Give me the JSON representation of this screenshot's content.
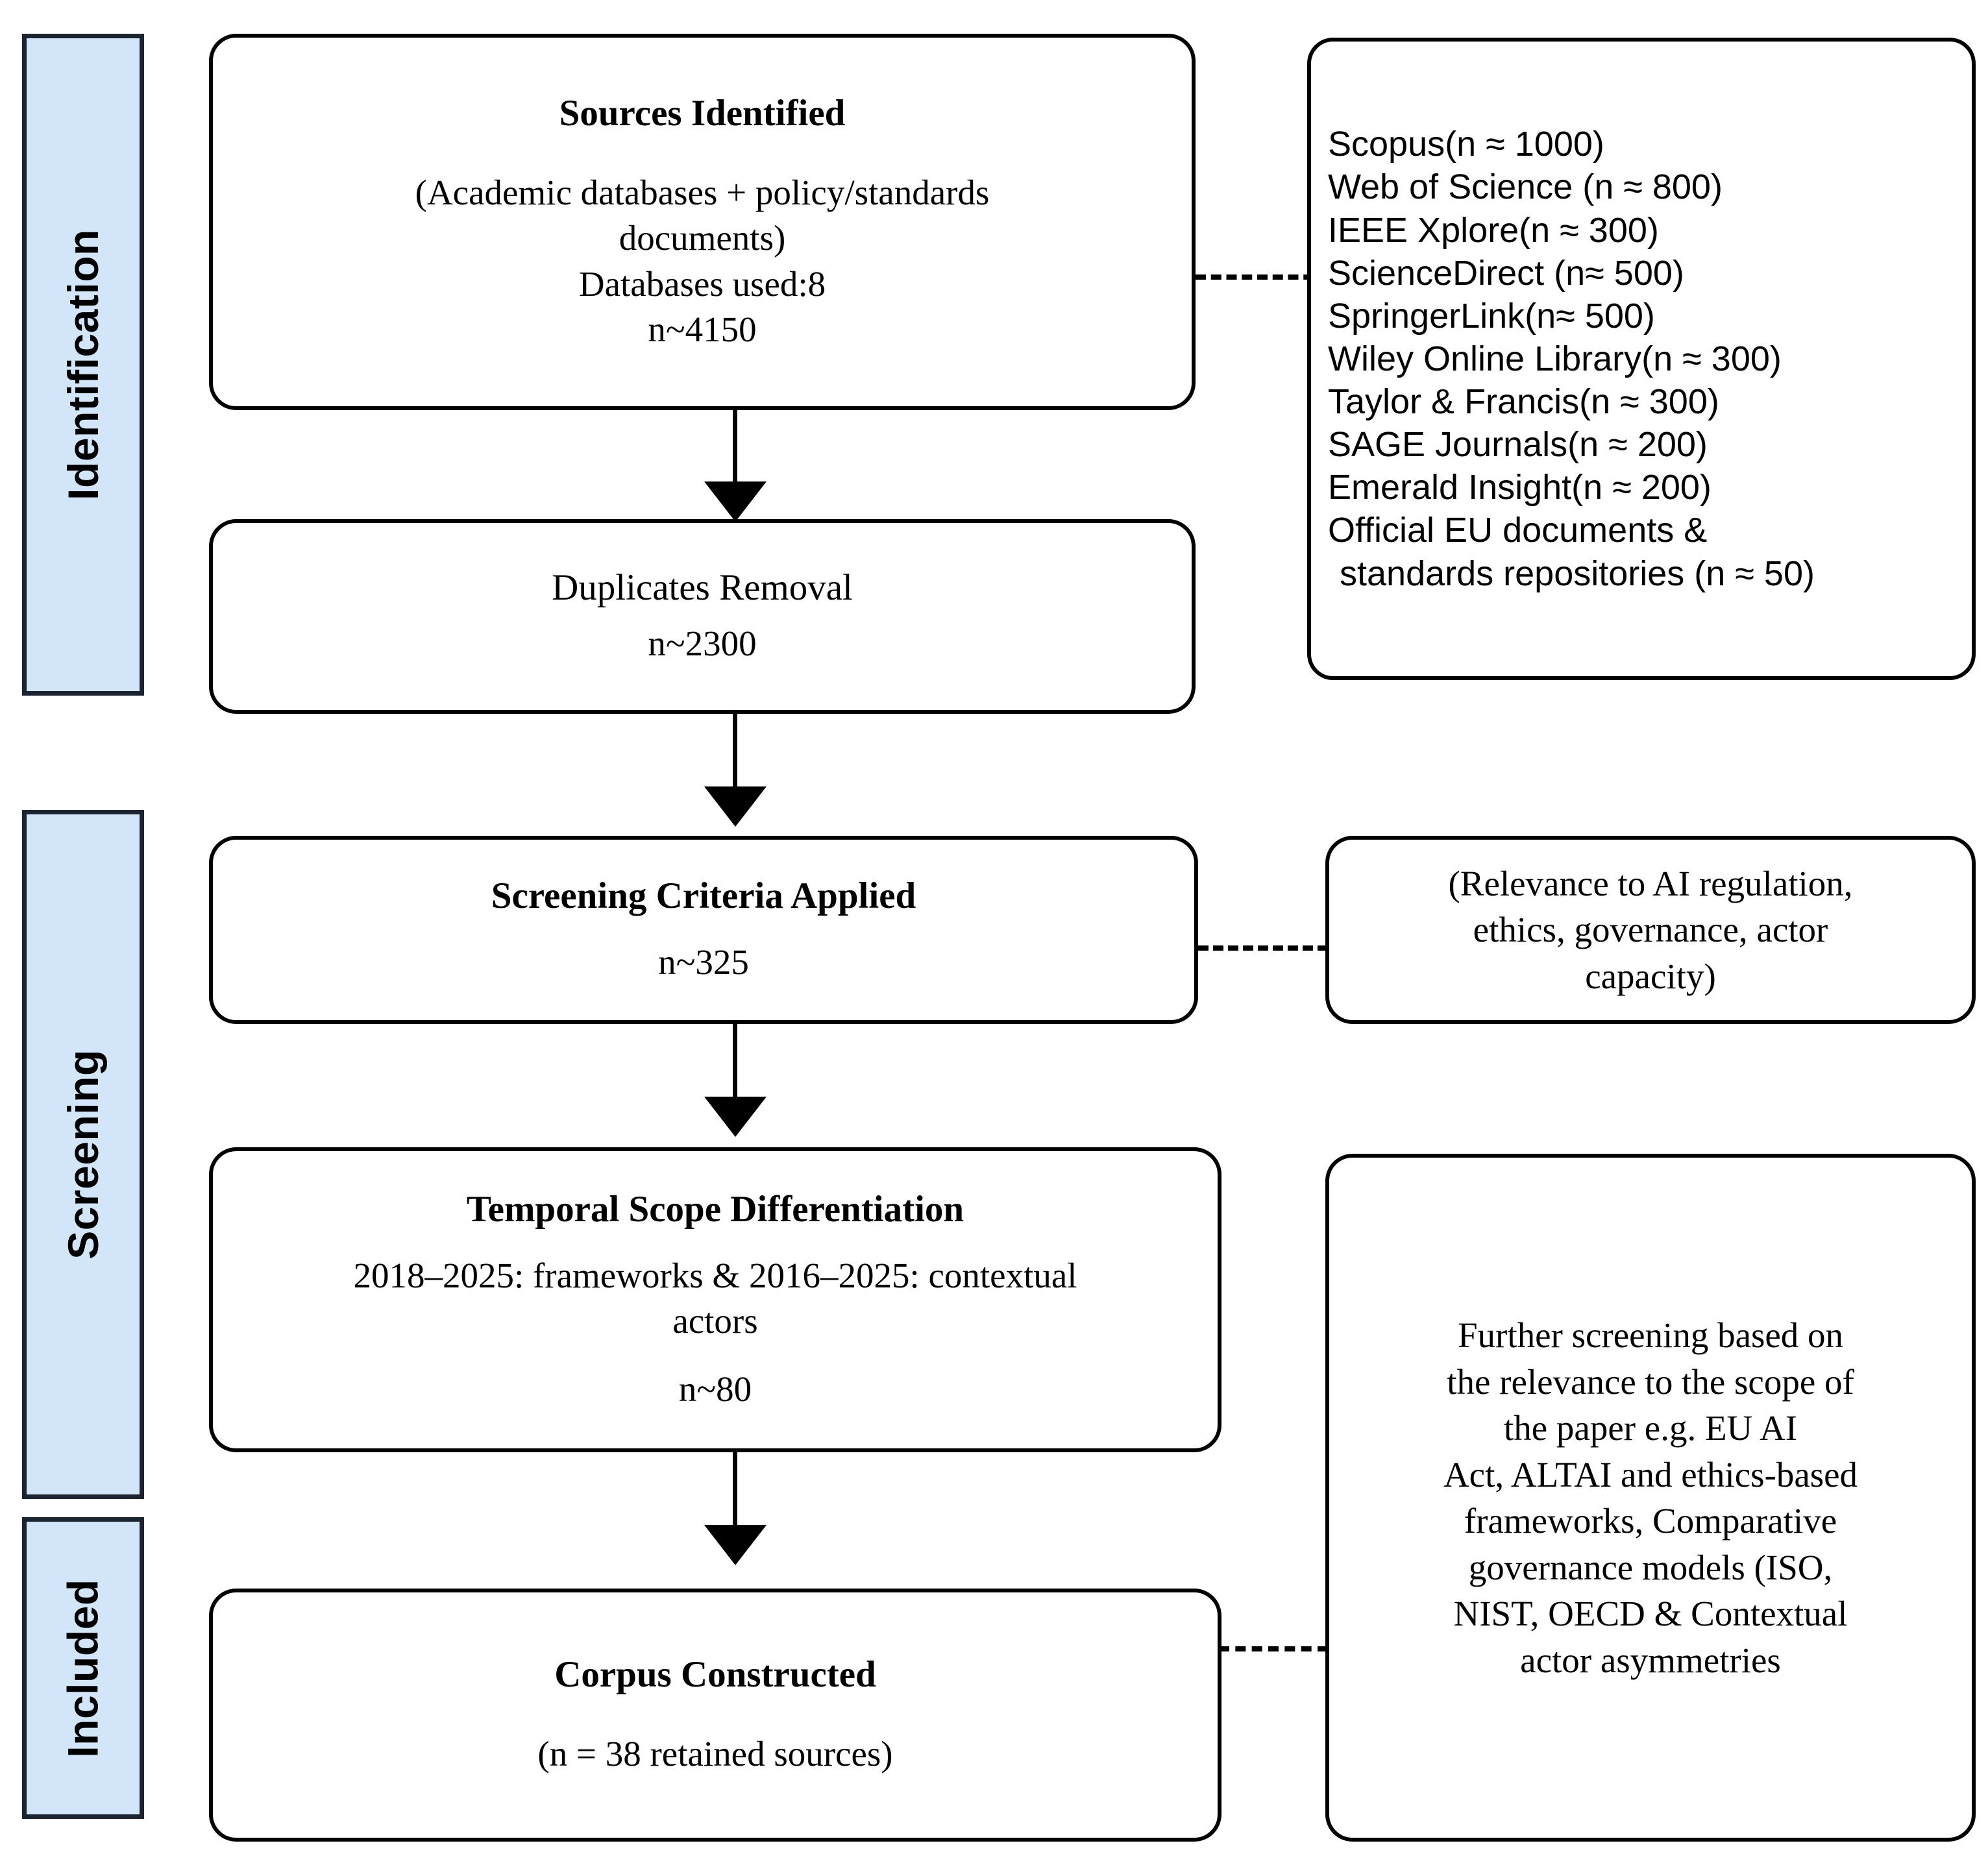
{
  "figure": {
    "type": "prisma-flow-diagram",
    "colors": {
      "phase_band_fill": "#d3e5f8",
      "phase_band_border": "#1b2430",
      "node_border": "#000000",
      "node_fill": "#ffffff",
      "connector": "#000000"
    }
  },
  "phases": [
    {
      "label": "Identification"
    },
    {
      "label": "Screening"
    },
    {
      "label": "Included"
    }
  ],
  "nodes": {
    "sources_identified": {
      "title": "Sources Identified",
      "line1": "(Academic databases + policy/standards",
      "line2": "documents)",
      "line3": "Databases used:8",
      "line4": "n~4150"
    },
    "duplicates_removal": {
      "title": "Duplicates Removal",
      "count": "n~2300"
    },
    "screening_criteria": {
      "title": "Screening Criteria Applied",
      "count": "n~325"
    },
    "temporal_scope": {
      "title": "Temporal Scope Differentiation",
      "line1": "2018–2025: frameworks & 2016–2025: contextual",
      "line2": "actors",
      "count": "n~80"
    },
    "corpus_constructed": {
      "title": "Corpus Constructed",
      "count": "(n = 38 retained sources)"
    }
  },
  "annotations": {
    "database_list": {
      "items": [
        {
          "text": "Scopus(n ≈ 1000)",
          "indent": false
        },
        {
          "text": "Web of Science (n ≈ 800)",
          "indent": false
        },
        {
          "text": "IEEE Xplore(n ≈ 300)",
          "indent": false
        },
        {
          "text": "ScienceDirect (n≈ 500)",
          "indent": false
        },
        {
          "text": "SpringerLink(n≈  500)",
          "indent": false
        },
        {
          "text": "Wiley Online Library(n ≈ 300)",
          "indent": false
        },
        {
          "text": "Taylor & Francis(n ≈ 300)",
          "indent": false
        },
        {
          "text": "SAGE Journals(n ≈ 200)",
          "indent": false
        },
        {
          "text": "Emerald Insight(n ≈ 200)",
          "indent": false
        },
        {
          "text": "Official EU documents &",
          "indent": false
        },
        {
          "text": "standards repositories (n ≈ 50)",
          "indent": true
        }
      ]
    },
    "screening_criteria_note": {
      "line1": "(Relevance to AI regulation,",
      "line2": "ethics, governance, actor",
      "line3": "capacity)"
    },
    "further_screening_note": {
      "line1": "Further screening based on",
      "line2": "the relevance to the scope of",
      "line3": "the paper e.g. EU AI",
      "line4": "Act, ALTAI and ethics-based",
      "line5": "frameworks, Comparative",
      "line6": "governance models (ISO,",
      "line7": "NIST, OECD & Contextual",
      "line8": "actor asymmetries"
    }
  }
}
